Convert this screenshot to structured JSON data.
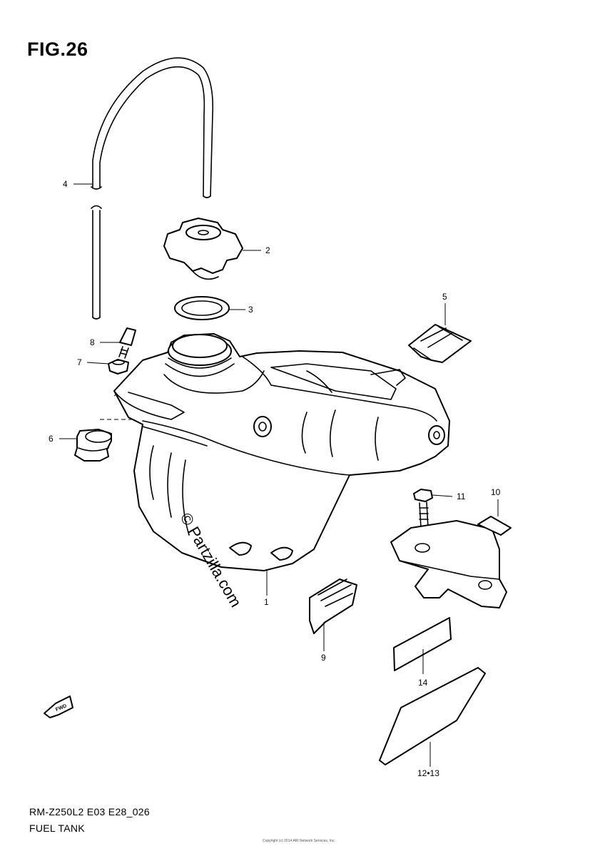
{
  "figure": {
    "title": "FIG.26",
    "model_code": "RM-Z250L2 E03 E28_026",
    "section_name": "FUEL TANK",
    "watermark": "© Partzilla.com",
    "copyright": "Copyright (c) 2014 ARI Network Services, Inc.",
    "fwd_label": "FWD"
  },
  "callouts": [
    {
      "id": "1",
      "label": "1"
    },
    {
      "id": "2",
      "label": "2"
    },
    {
      "id": "3",
      "label": "3"
    },
    {
      "id": "4",
      "label": "4"
    },
    {
      "id": "5",
      "label": "5"
    },
    {
      "id": "6",
      "label": "6"
    },
    {
      "id": "7",
      "label": "7"
    },
    {
      "id": "8",
      "label": "8"
    },
    {
      "id": "9",
      "label": "9"
    },
    {
      "id": "10",
      "label": "10"
    },
    {
      "id": "11",
      "label": "11"
    },
    {
      "id": "14",
      "label": "14"
    },
    {
      "id": "12-13",
      "label": "12•13"
    }
  ]
}
